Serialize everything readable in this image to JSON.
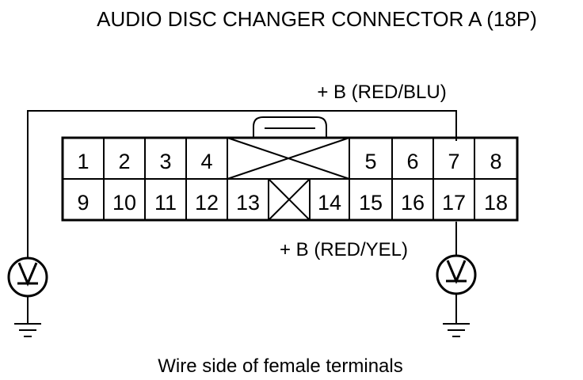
{
  "title": "AUDIO DISC CHANGER CONNECTOR A (18P)",
  "labels": {
    "top_wire": "+ B (RED/BLU)",
    "bottom_wire": "+ B (RED/YEL)",
    "caption": "Wire side of female terminals"
  },
  "connector": {
    "top_row": [
      "1",
      "2",
      "3",
      "4",
      "5",
      "6",
      "7",
      "8"
    ],
    "bottom_row": [
      "9",
      "10",
      "11",
      "12",
      "13",
      "14",
      "15",
      "16",
      "17",
      "18"
    ]
  },
  "meters": {
    "left_symbol": "voltmeter-icon",
    "right_symbol": "voltmeter-icon",
    "ground_symbol": "ground-icon"
  }
}
